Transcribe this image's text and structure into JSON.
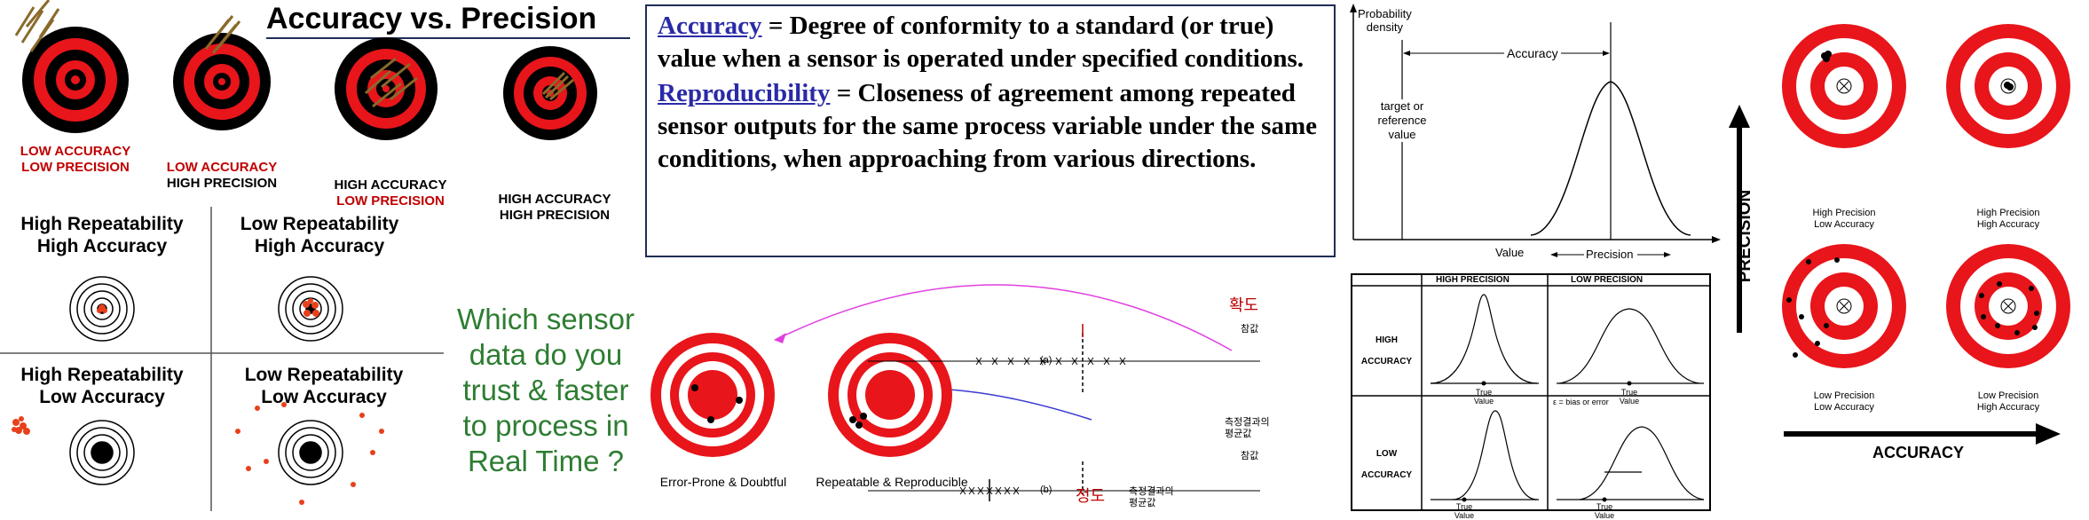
{
  "title": "Accuracy vs. Precision",
  "dartboards": [
    {
      "line1": "LOW ACCURACY",
      "line2": "LOW PRECISION",
      "color1": "#c00000",
      "color2": "#c00000"
    },
    {
      "line1": "LOW ACCURACY",
      "line2": "HIGH PRECISION",
      "color1": "#c00000",
      "color2": "#000000"
    },
    {
      "line1": "HIGH ACCURACY",
      "line2": "LOW PRECISION",
      "color1": "#000000",
      "color2": "#c00000"
    },
    {
      "line1": "HIGH ACCURACY",
      "line2": "HIGH PRECISION",
      "color1": "#000000",
      "color2": "#000000"
    }
  ],
  "repeatability_grid": {
    "tl": {
      "line1": "High Repeatability",
      "line2": "High Accuracy"
    },
    "tr": {
      "line1": "Low Repeatability",
      "line2": "High Accuracy"
    },
    "bl": {
      "line1": "High Repeatability",
      "line2": "Low Accuracy"
    },
    "br": {
      "line1": "Low Repeatability",
      "line2": "Low Accuracy"
    }
  },
  "definitions": {
    "accuracy_term": "Accuracy",
    "accuracy_text": " = Degree of conformity to a standard (or true) value when a sensor is operated under specified conditions.",
    "reproducibility_term": "Reproducibility",
    "reproducibility_text": " = Closeness of agreement among repeated sensor outputs for the same process variable under the same conditions, when approaching from various directions."
  },
  "question": "Which sensor data do you trust & faster to process in Real Time ?",
  "center_targets": {
    "left_caption": "Error-Prone & Doubtful",
    "right_caption": "Repeatable & Reproducible"
  },
  "number_line": {
    "accuracy_kr": "확도",
    "precision_kr": "정도",
    "true_value_kr": "참값",
    "mean_kr_a": "측정결과의\n평균값",
    "mean_kr_b": "측정결과의\n평균값",
    "label_a": "(a)",
    "label_b": "(b)"
  },
  "distribution": {
    "y_label": "Probability\ndensity",
    "accuracy_label": "Accuracy",
    "target_label": "target or\nreference\nvalue",
    "x_label": "Value",
    "precision_label": "Precision"
  },
  "table": {
    "col1": "HIGH PRECISION",
    "col2": "LOW PRECISION",
    "row1": "HIGH\nACCURACY",
    "row2": "LOW\nACCURACY",
    "true_value": "True\nValue",
    "bias_note": "ε = bias or error"
  },
  "target_matrix": {
    "y_axis": "PRECISION",
    "x_axis": "ACCURACY",
    "tl": "High Precision\nLow Accuracy",
    "tr": "High Precision\nHigh Accuracy",
    "bl": "Low Precision\nLow Accuracy",
    "br": "Low Precision\nHigh Accuracy"
  },
  "colors": {
    "accent_red": "#c00000",
    "target_red": "#e8151b",
    "link_blue": "#2a2aa8",
    "question_green": "#2e7d32",
    "border_navy": "#1f2e55"
  }
}
